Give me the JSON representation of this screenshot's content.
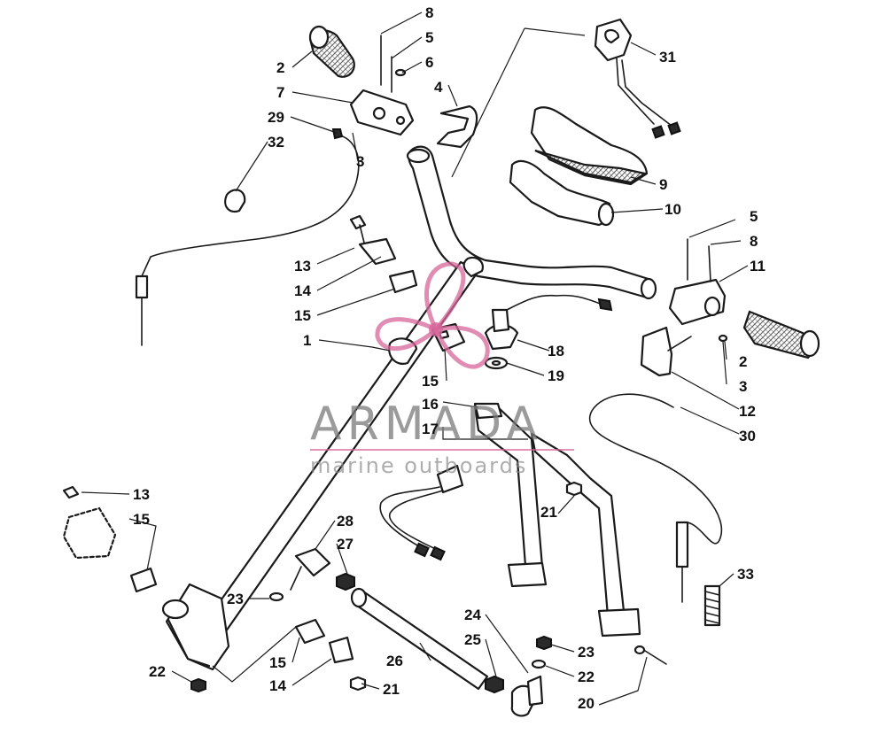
{
  "watermark": {
    "brand": "ARMADA",
    "tagline": "marine outboards",
    "accent_color": "#d6669a",
    "text_color": "#7a7a7a"
  },
  "callouts": [
    {
      "id": "c8a",
      "label": "8"
    },
    {
      "id": "c5a",
      "label": "5"
    },
    {
      "id": "c6",
      "label": "6"
    },
    {
      "id": "c2a",
      "label": "2"
    },
    {
      "id": "c4",
      "label": "4"
    },
    {
      "id": "c7",
      "label": "7"
    },
    {
      "id": "c29",
      "label": "29"
    },
    {
      "id": "c32",
      "label": "32"
    },
    {
      "id": "c3a",
      "label": "3"
    },
    {
      "id": "c31",
      "label": "31"
    },
    {
      "id": "c9",
      "label": "9"
    },
    {
      "id": "c10",
      "label": "10"
    },
    {
      "id": "c5b",
      "label": "5"
    },
    {
      "id": "c8b",
      "label": "8"
    },
    {
      "id": "c11",
      "label": "11"
    },
    {
      "id": "c13a",
      "label": "13"
    },
    {
      "id": "c14a",
      "label": "14"
    },
    {
      "id": "c15a",
      "label": "15"
    },
    {
      "id": "c1",
      "label": "1"
    },
    {
      "id": "c18",
      "label": "18"
    },
    {
      "id": "c19",
      "label": "19"
    },
    {
      "id": "c15b",
      "label": "15"
    },
    {
      "id": "c2b",
      "label": "2"
    },
    {
      "id": "c3b",
      "label": "3"
    },
    {
      "id": "c12",
      "label": "12"
    },
    {
      "id": "c30",
      "label": "30"
    },
    {
      "id": "c16",
      "label": "16"
    },
    {
      "id": "c17",
      "label": "17"
    },
    {
      "id": "c21a",
      "label": "21"
    },
    {
      "id": "c13b",
      "label": "13"
    },
    {
      "id": "c15c",
      "label": "15"
    },
    {
      "id": "c28",
      "label": "28"
    },
    {
      "id": "c27",
      "label": "27"
    },
    {
      "id": "c33",
      "label": "33"
    },
    {
      "id": "c23a",
      "label": "23"
    },
    {
      "id": "c24",
      "label": "24"
    },
    {
      "id": "c25",
      "label": "25"
    },
    {
      "id": "c26",
      "label": "26"
    },
    {
      "id": "c22a",
      "label": "22"
    },
    {
      "id": "c23b",
      "label": "23"
    },
    {
      "id": "c22b",
      "label": "22"
    },
    {
      "id": "c15d",
      "label": "15"
    },
    {
      "id": "c14b",
      "label": "14"
    },
    {
      "id": "c21b",
      "label": "21"
    },
    {
      "id": "c20",
      "label": "20"
    }
  ]
}
